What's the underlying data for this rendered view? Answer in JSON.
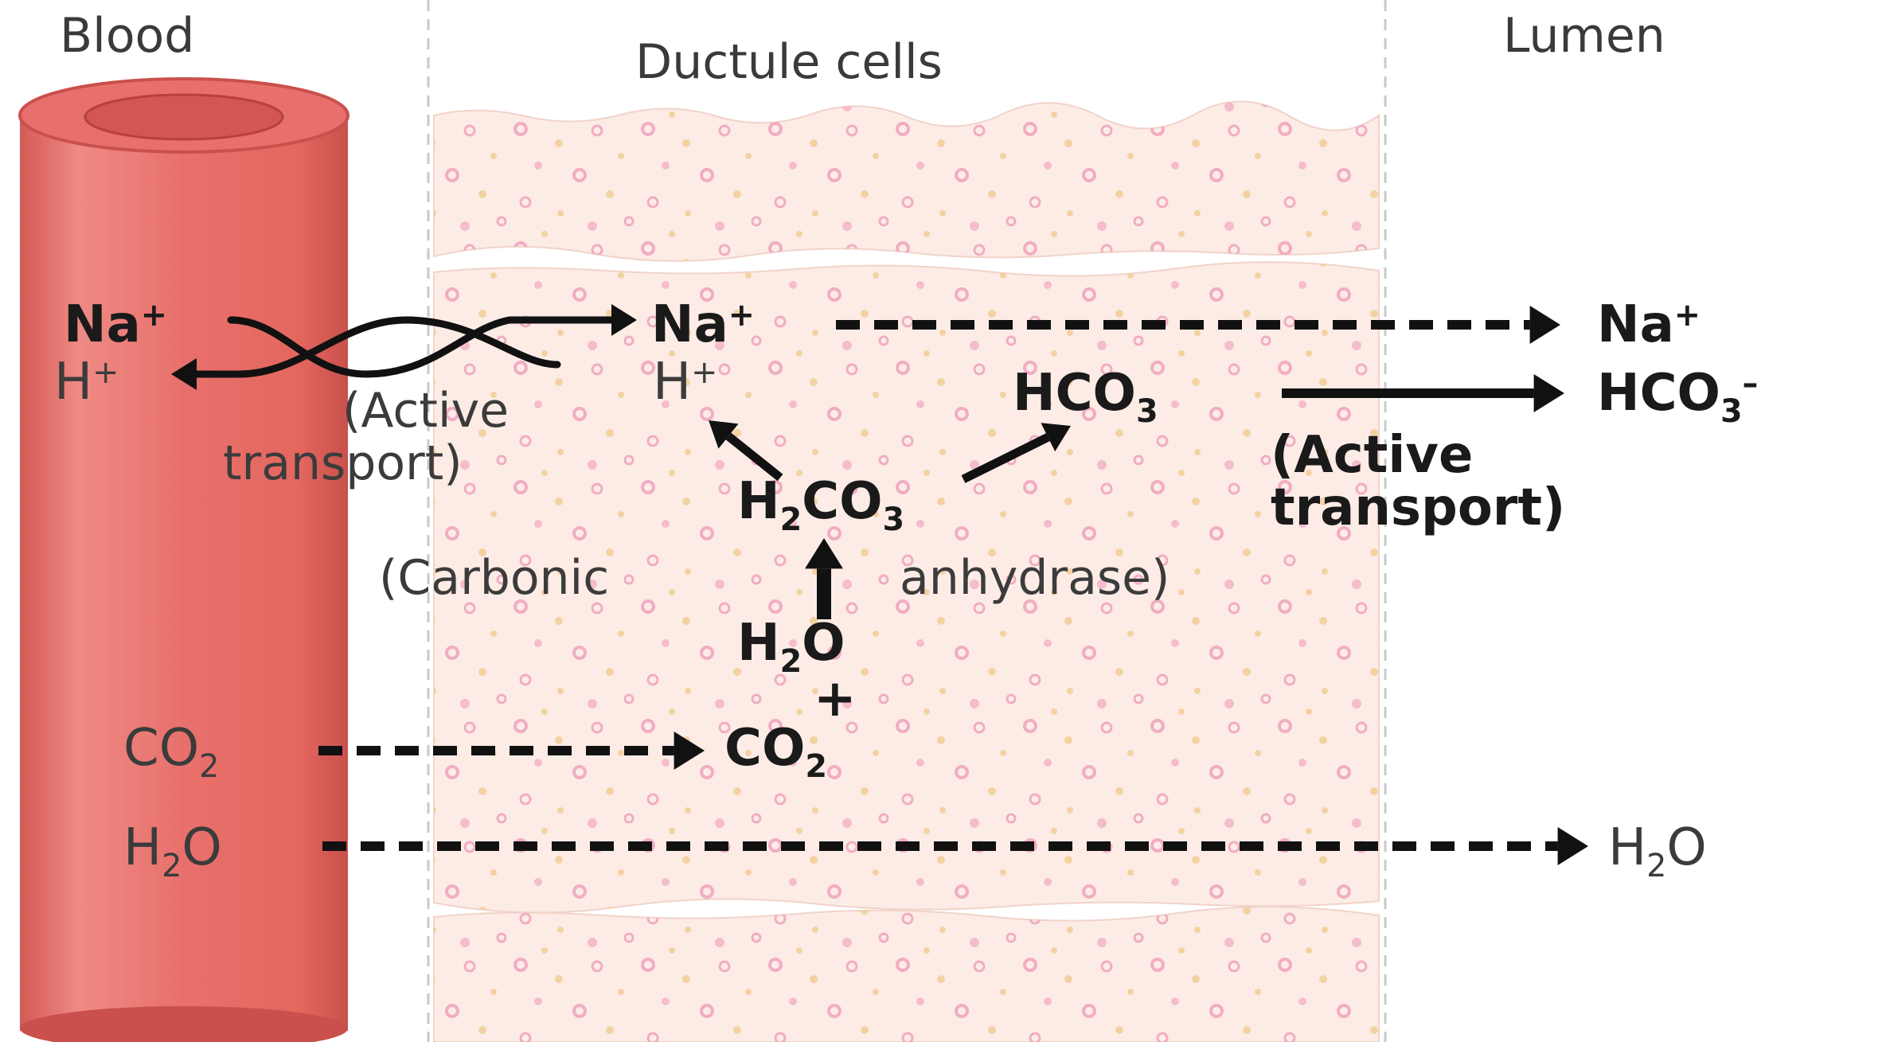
{
  "headers": {
    "blood": "Blood",
    "cells": "Ductule cells",
    "lumen": "Lumen"
  },
  "blood_side": {
    "na": {
      "base": "Na",
      "sup": "+"
    },
    "h": {
      "base": "H",
      "sup": "+"
    },
    "active_1": "(Active",
    "active_2": "transport)",
    "co2": {
      "base": "CO",
      "sub": "2"
    },
    "h2o": {
      "a": "H",
      "sub": "2",
      "b": "O"
    }
  },
  "cell": {
    "na": {
      "base": "Na",
      "sup": "+"
    },
    "h": {
      "base": "H",
      "sup": "+"
    },
    "hco3": {
      "base": "HCO",
      "sub": "3"
    },
    "h2co3": {
      "a": "H",
      "sub1": "2",
      "b": "CO",
      "sub2": "3"
    },
    "carbonic": "(Carbonic",
    "anhydrase": "anhydrase)",
    "h2o": {
      "a": "H",
      "sub": "2",
      "b": "O"
    },
    "plus": "+",
    "co2": {
      "base": "CO",
      "sub": "2"
    }
  },
  "lumen_side": {
    "na": {
      "base": "Na",
      "sup": "+"
    },
    "hco3": {
      "base": "HCO",
      "sub": "3",
      "sup": "–"
    },
    "active_1": "(Active",
    "active_2": "transport)",
    "h2o": {
      "a": "H",
      "sub": "2",
      "b": "O"
    }
  },
  "colors": {
    "vessel": "#e8706c",
    "vessel_dark": "#c9504c",
    "cell_fill": "#fdece6",
    "dot_pink": "#f0a6bf",
    "dot_tan": "#f2cf9a",
    "arrow": "#111111"
  }
}
